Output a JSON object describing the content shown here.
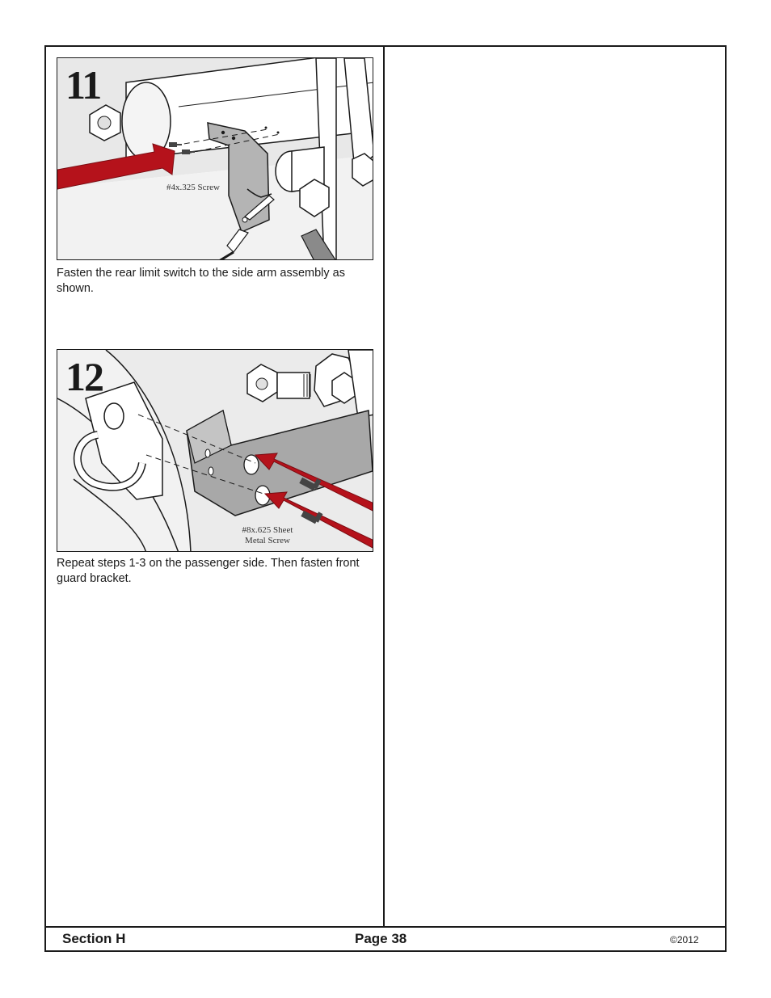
{
  "steps": [
    {
      "number": "11",
      "callout": "#4x.325 Screw",
      "caption": "Fasten the rear limit switch to the side arm assembly as shown."
    },
    {
      "number": "12",
      "callout_line1": "#8x.625  Sheet",
      "callout_line2": "Metal Screw",
      "caption": "Repeat steps 1-3 on the passenger side.  Then fasten front guard bracket."
    }
  ],
  "footer": {
    "section": "Section H",
    "page": "Page 38",
    "copyright": "©2012"
  },
  "colors": {
    "arrow": "#b5121b",
    "bracket": "#a8a8a8",
    "shadow": "#e6e6e6"
  }
}
